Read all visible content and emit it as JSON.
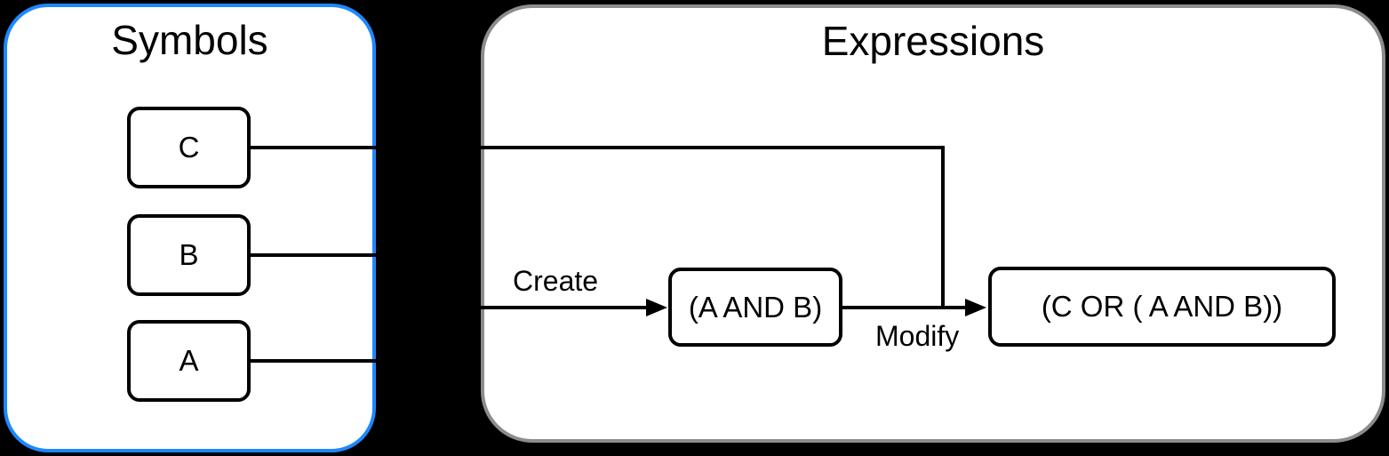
{
  "diagram": {
    "background_color": "#000000",
    "panels": {
      "symbols": {
        "title": "Symbols",
        "border_color": "#1e88ff",
        "fill_color": "#ffffff",
        "nodes": [
          {
            "label": "C"
          },
          {
            "label": "B"
          },
          {
            "label": "A"
          }
        ]
      },
      "expressions": {
        "title": "Expressions",
        "border_color": "#8c8c8c",
        "fill_color": "#ffffff",
        "nodes": [
          {
            "label": "(A AND B)"
          },
          {
            "label": "(C OR ( A AND B))"
          }
        ]
      }
    },
    "edges": [
      {
        "label": "Create"
      },
      {
        "label": "Modify"
      }
    ],
    "line_color": "#000000",
    "text_color": "#000000"
  }
}
